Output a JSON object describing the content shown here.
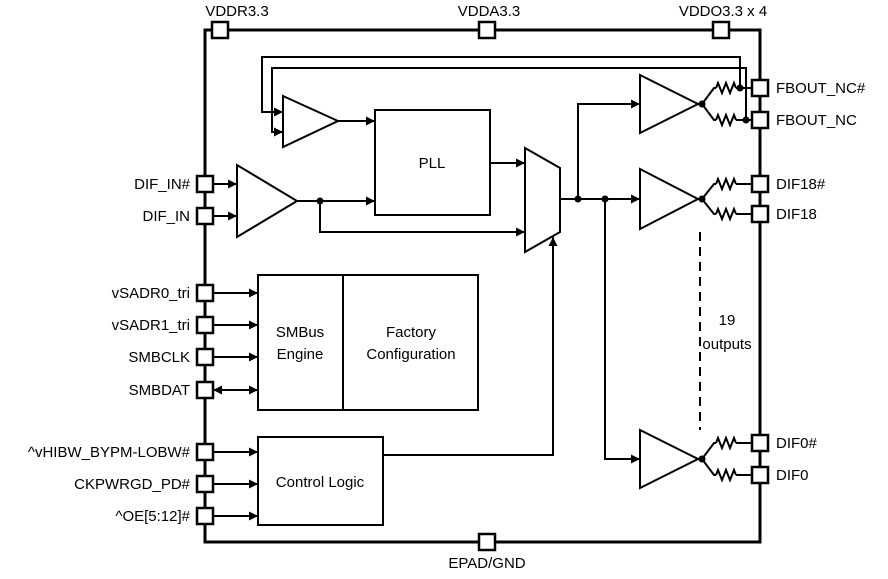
{
  "diagram": {
    "top_pins": [
      "VDDR3.3",
      "VDDA3.3",
      "VDDO3.3 x 4"
    ],
    "bottom_pin": "EPAD/GND",
    "left_pins": [
      "DIF_IN#",
      "DIF_IN",
      "vSADR0_tri",
      "vSADR1_tri",
      "SMBCLK",
      "SMBDAT",
      "^vHIBW_BYPM-LOBW#",
      "CKPWRGD_PD#",
      "^OE[5:12]#"
    ],
    "right_pins": [
      "FBOUT_NC#",
      "FBOUT_NC",
      "DIF18#",
      "DIF18",
      "DIF0#",
      "DIF0"
    ],
    "blocks": {
      "pll": "PLL",
      "smbus_engine": [
        "SMBus",
        "Engine"
      ],
      "factory_configuration": [
        "Factory",
        "Configuration"
      ],
      "control_logic": "Control Logic"
    },
    "annotations": {
      "outputs_count": "19",
      "outputs_word": "outputs"
    },
    "colors": {
      "line": "#000000",
      "background": "#ffffff"
    }
  }
}
